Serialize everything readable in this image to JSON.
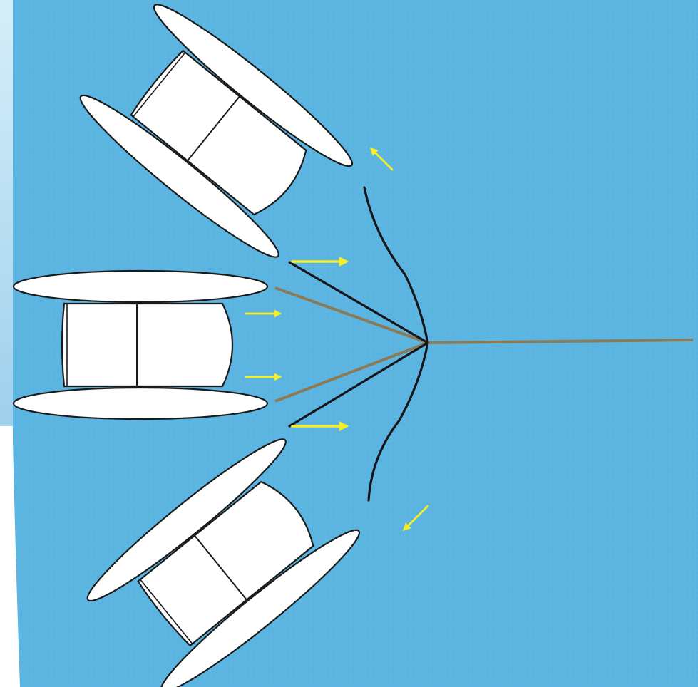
{
  "diagram": {
    "colors": {
      "sea": "#5cb4e0",
      "sea_speckle": "#6cbfe6",
      "frame_light": "#d6eef9",
      "frame_white": "#ffffff",
      "hull": "#ffffff",
      "outline": "#1a1a1a",
      "rode": "#14161c",
      "bridle": "#8a7a55",
      "arrow": "#f4ee2b"
    },
    "boats": [
      {
        "name": "catamaran-upper",
        "role": "swung to starboard",
        "type": "catamaran"
      },
      {
        "name": "catamaran-center",
        "role": "lying head to wind on bridle",
        "type": "catamaran"
      },
      {
        "name": "catamaran-lower",
        "role": "swung to port",
        "type": "catamaran"
      }
    ],
    "lines": [
      {
        "name": "anchor-rode",
        "icon": "rope-line"
      },
      {
        "name": "bridle-line",
        "icon": "rope-line"
      }
    ],
    "arrows": [
      {
        "name": "movement-arrow",
        "icon": "arrow-right-icon"
      },
      {
        "name": "movement-arrow",
        "icon": "arrow-up-left-icon"
      },
      {
        "name": "movement-arrow",
        "icon": "arrow-down-left-icon"
      }
    ]
  }
}
